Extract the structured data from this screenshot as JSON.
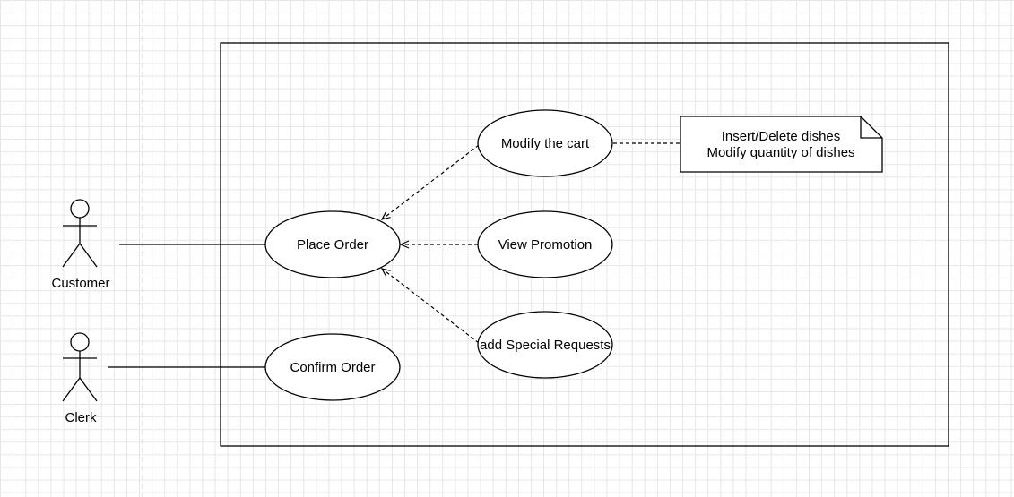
{
  "actors": [
    {
      "id": "customer",
      "label": "Customer"
    },
    {
      "id": "clerk",
      "label": "Clerk"
    }
  ],
  "use_cases": [
    {
      "id": "place-order",
      "label": "Place Order"
    },
    {
      "id": "confirm-order",
      "label": "Confirm Order"
    },
    {
      "id": "modify-cart",
      "label": "Modify the cart"
    },
    {
      "id": "view-promotion",
      "label": "View Promotion"
    },
    {
      "id": "special-requests",
      "label": "add Special Requests"
    }
  ],
  "note": {
    "lines": [
      "Insert/Delete dishes",
      "Modify quantity of dishes"
    ]
  }
}
